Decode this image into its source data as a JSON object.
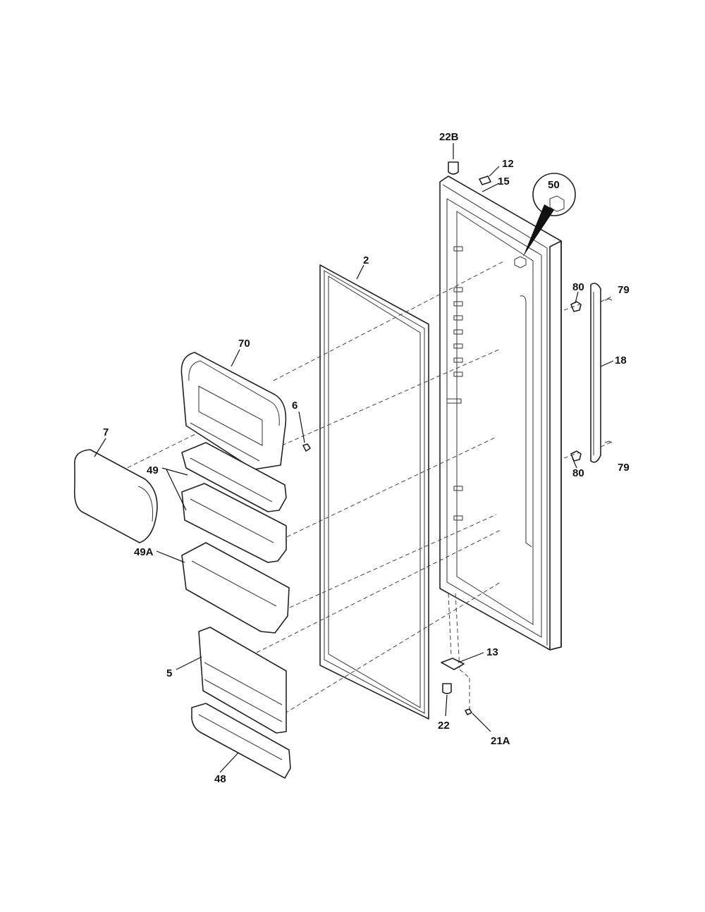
{
  "parts": {
    "p22B": "22B",
    "p12": "12",
    "p15": "15",
    "p50": "50",
    "p2": "2",
    "p80_top": "80",
    "p79_top": "79",
    "p18": "18",
    "p80_bottom": "80",
    "p79_bottom": "79",
    "p70": "70",
    "p6": "6",
    "p7": "7",
    "p49": "49",
    "p49A": "49A",
    "p5": "5",
    "p48": "48",
    "p13": "13",
    "p22": "22",
    "p21A": "21A"
  }
}
